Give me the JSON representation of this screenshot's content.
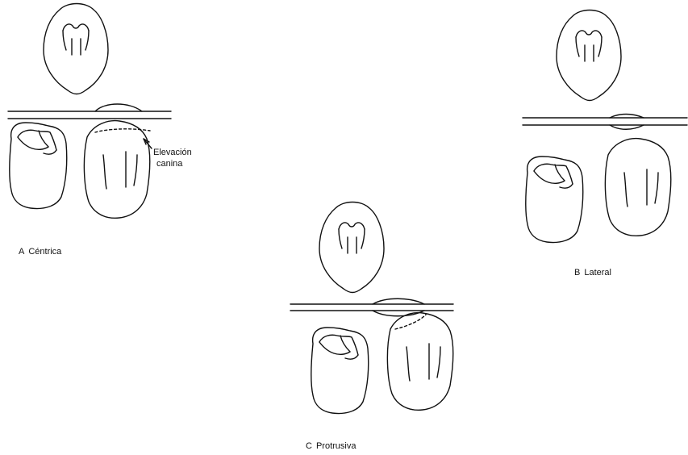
{
  "panels": [
    {
      "letter": "A",
      "label": "Céntrica"
    },
    {
      "letter": "B",
      "label": "Lateral"
    },
    {
      "letter": "C",
      "label": "Protrusiva"
    }
  ],
  "annotation": {
    "line1": "Elevación",
    "line2": "canina"
  },
  "colors": {
    "ink": "#111111",
    "background": "#ffffff"
  }
}
